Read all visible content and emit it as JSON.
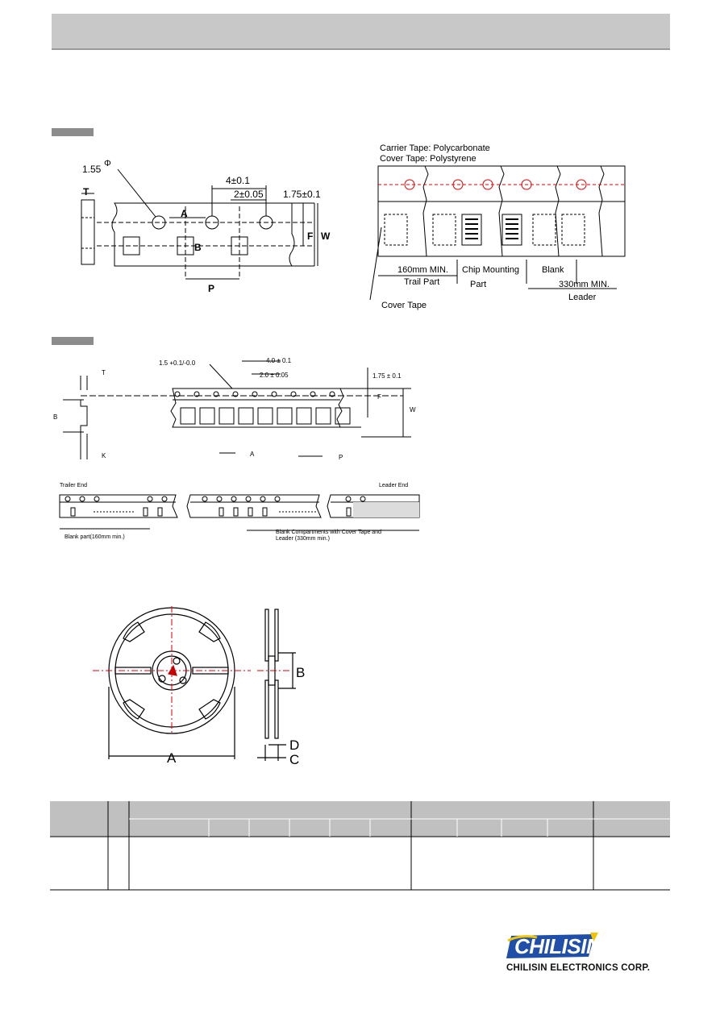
{
  "tape_paper": {
    "hole": "1.55",
    "hole_symbol": "Φ",
    "pitch_4": "4±0.1",
    "pitch_2": "2±0.05",
    "dim_e": "1.75±0.1",
    "t": "T",
    "a": "A",
    "b": "B",
    "f": "F",
    "w": "W",
    "p": "P"
  },
  "tape_layout": {
    "carrier": "Carrier Tape: Polycarbonate",
    "cover": "Cover Tape: Polystyrene",
    "trail_len": "160mm MIN.",
    "trail": "Trail Part",
    "chip_1": "Chip Mounting",
    "chip_2": "Part",
    "blank": "Blank",
    "leader_len": "330mm MIN.",
    "leader": "Leader",
    "cover_tape": "Cover Tape"
  },
  "tape_embossed": {
    "hole": "1.5 +0.1/-0.0",
    "pitch_4": "4.0 ± 0.1",
    "pitch_2": "2.0 ± 0.05",
    "dim_e": "1.75 ± 0.1",
    "t": "T",
    "b": "B",
    "k": "K",
    "a": "A",
    "p": "P",
    "f": "F",
    "w": "W"
  },
  "tape_ends": {
    "trailer_end": "Trailer End",
    "leader_end": "Leader  End",
    "blank_part": "Blank part(160mm min.)",
    "blank_comp_1": "Blank Compartments with Cover Tape and",
    "blank_comp_2": "Leader (330mm min.)"
  },
  "reel": {
    "a": "A",
    "b": "B",
    "c": "C",
    "d": "D"
  },
  "brand": {
    "logo": "CHILISIN",
    "name": "CHILISIN ELECTRONICS CORP."
  },
  "colors": {
    "header": "#c8c8c8",
    "tag": "#8c8c8c",
    "logo_blue": "#1f4fa8",
    "logo_yellow": "#f2c400",
    "centerline": "#e00000"
  }
}
